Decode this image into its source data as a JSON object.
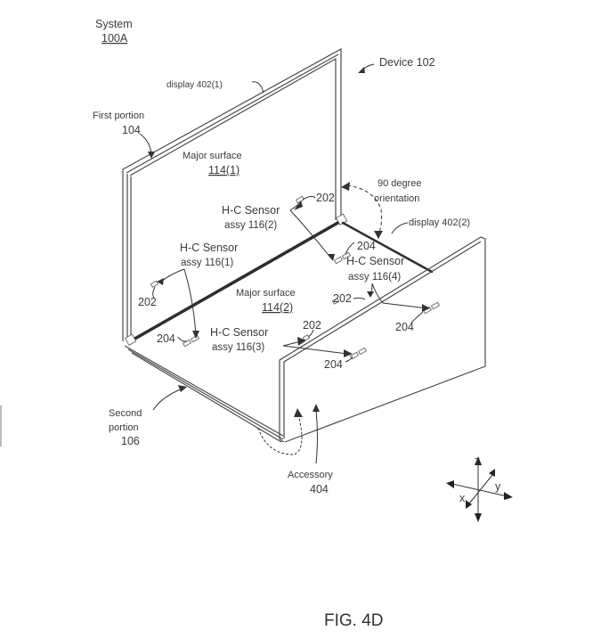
{
  "figure": {
    "title": "FIG. 4D",
    "labels": {
      "system": [
        "System",
        "100A"
      ],
      "device": "Device 102",
      "display_1": "display 402(1)",
      "first_portion": [
        "First portion",
        "104"
      ],
      "major_surface_1": [
        "Major surface",
        "114(1)"
      ],
      "orientation": [
        "90 degree",
        "orientation"
      ],
      "display_2": "display 402(2)",
      "sensor_2": [
        "H-C Sensor",
        "assy 116(2)"
      ],
      "sensor_1": [
        "H-C Sensor",
        "assy 116(1)"
      ],
      "sensor_4": [
        "H-C Sensor",
        "assy 116(4)"
      ],
      "sensor_3": [
        "H-C Sensor",
        "assy 116(3)"
      ],
      "major_surface_2": [
        "Major surface",
        "114(2)"
      ],
      "second_portion": [
        "Second",
        "portion",
        "106"
      ],
      "accessory": [
        "Accessory",
        "404"
      ],
      "ref_202": "202",
      "ref_204": "204"
    },
    "axes": {
      "z": "z",
      "y": "y",
      "x": "x"
    }
  }
}
